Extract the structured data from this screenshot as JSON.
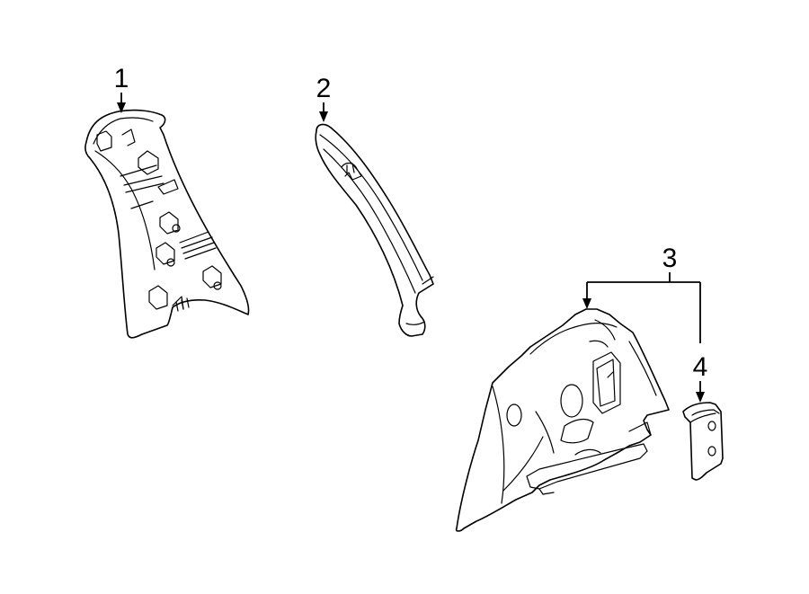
{
  "callouts": [
    {
      "id": "1",
      "label": "1"
    },
    {
      "id": "2",
      "label": "2"
    },
    {
      "id": "3",
      "label": "3"
    },
    {
      "id": "4",
      "label": "4"
    }
  ],
  "colors": {
    "line": "#000000",
    "background": "#ffffff",
    "part_fill": "#ffffff"
  }
}
